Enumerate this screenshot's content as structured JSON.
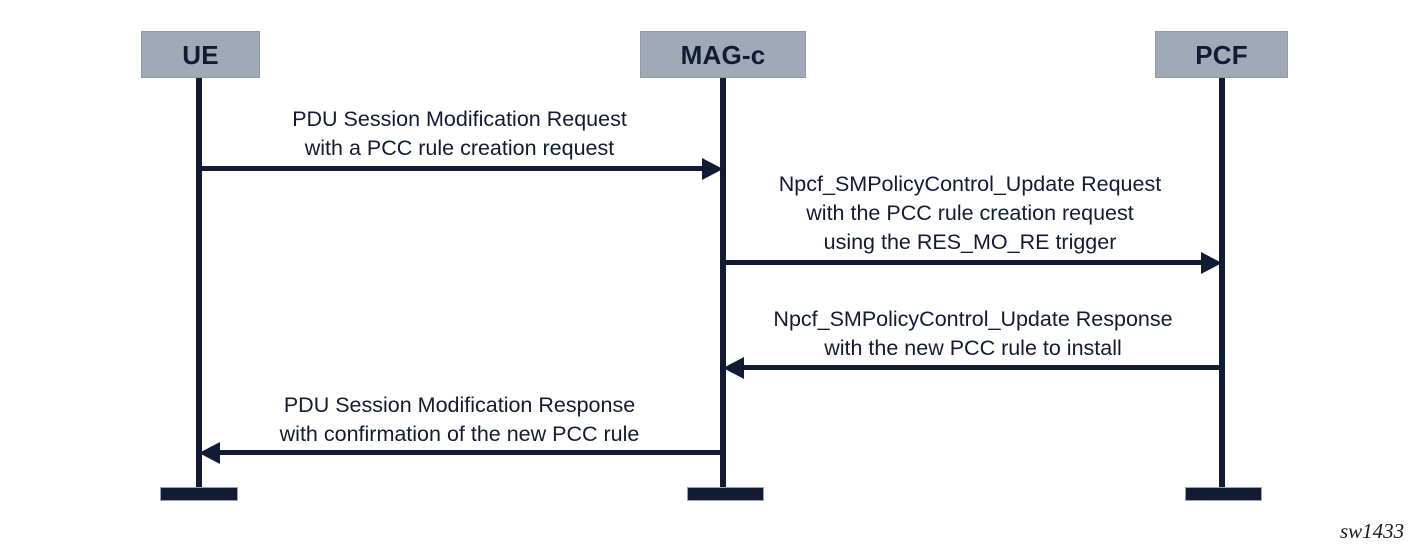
{
  "diagram": {
    "type": "sequence-diagram",
    "title": "",
    "corner_tag": "sw1433",
    "colors": {
      "actor_box_fill": "#9fa9b7",
      "actor_box_border": "#8e98a6",
      "line": "#111b33",
      "text": "#111b33",
      "background": "#ffffff"
    },
    "participants": [
      {
        "id": "ue",
        "label": "UE"
      },
      {
        "id": "magc",
        "label": "MAG-c"
      },
      {
        "id": "pcf",
        "label": "PCF"
      }
    ],
    "messages": [
      {
        "id": "msg1",
        "from": "ue",
        "to": "magc",
        "direction": "right",
        "lines": [
          "PDU Session Modification Request",
          "with a PCC rule creation request"
        ]
      },
      {
        "id": "msg2",
        "from": "magc",
        "to": "pcf",
        "direction": "right",
        "lines": [
          "Npcf_SMPolicyControl_Update Request",
          "with the PCC rule creation request",
          "using the RES_MO_RE trigger"
        ]
      },
      {
        "id": "msg3",
        "from": "pcf",
        "to": "magc",
        "direction": "left",
        "lines": [
          "Npcf_SMPolicyControl_Update Response",
          "with the new PCC rule to install"
        ]
      },
      {
        "id": "msg4",
        "from": "magc",
        "to": "ue",
        "direction": "left",
        "lines": [
          "PDU Session Modification Response",
          "with confirmation of the new PCC rule"
        ]
      }
    ]
  }
}
